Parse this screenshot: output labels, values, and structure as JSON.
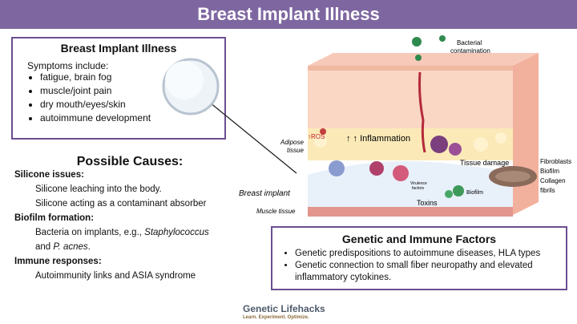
{
  "title": "Breast Implant Illness",
  "symptoms_box": {
    "heading": "Breast Implant Illness",
    "intro": "Symptoms include:",
    "items": [
      "fatigue, brain fog",
      "muscle/joint pain",
      "dry mouth/eyes/skin",
      "autoimmune development"
    ]
  },
  "causes": {
    "title": "Possible Causes:",
    "silicone_heading": "Silicone issues:",
    "silicone_1": "Silicone leaching into the body.",
    "silicone_2": "Silicone acting as a contaminant absorber",
    "biofilm_heading": "Biofilm formation:",
    "biofilm_1": "Bacteria on implants, e.g.,",
    "biofilm_staph": "Staphylococcus",
    "biofilm_and": "and",
    "biofilm_pacnes": "P. acnes",
    "immune_heading": "Immune responses:",
    "immune_1": "Autoimmunity links and ASIA syndrome"
  },
  "diagram": {
    "bacterial": "Bacterial",
    "contamination": "contamination",
    "ros": "↑ROS",
    "inflammation": "↑ ↑ Inflammation",
    "adipose_1": "Adipose",
    "adipose_2": "tissue",
    "tissue_damage": "Tissue damage",
    "fibroblasts": "Fibroblasts",
    "biofilm_right": "Biofilm",
    "collagen": "Collagen",
    "fibrils": "fibrils",
    "virulence_1": "Virulence",
    "virulence_2": "factors",
    "biofilm_center": "Biofilm",
    "breast_implant": "Breast implant",
    "toxins": "Toxins",
    "muscle_tissue": "Muscle tissue"
  },
  "genetic_box": {
    "title": "Genetic and Immune Factors",
    "items": [
      "Genetic predispositions to autoimmune diseases, HLA types",
      "Genetic connection to small fiber neuropathy and elevated inflammatory cytokines."
    ]
  },
  "brand": {
    "name": "Genetic Lifehacks",
    "tagline": "Learn. Experiment. Optimize."
  },
  "colors": {
    "title_bar": "#7e67a1",
    "box_border": "#6a4f8f"
  }
}
